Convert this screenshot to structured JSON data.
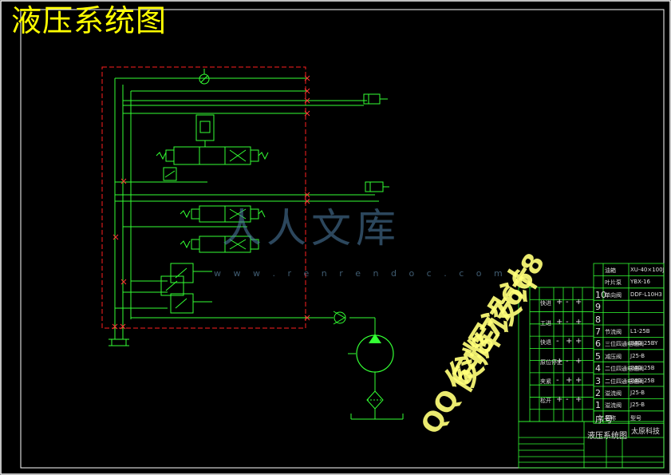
{
  "title": "液压系统图",
  "watermark": {
    "logo": "人人文库",
    "url": "w w w . r e n r e n d o c . c o m",
    "line1": "俊辉设计",
    "line2": "QQ 64877668"
  },
  "parts_list": [
    {
      "no": "",
      "name": "油箱",
      "spec": "XU-40×100J"
    },
    {
      "no": "",
      "name": "叶片泵",
      "spec": "YBX-16"
    },
    {
      "no": "10",
      "name": "单向阀",
      "spec": "DDF-L10H3"
    },
    {
      "no": "9",
      "name": "",
      "spec": ""
    },
    {
      "no": "8",
      "name": "",
      "spec": ""
    },
    {
      "no": "7",
      "name": "节流阀",
      "spec": "L1-25B"
    },
    {
      "no": "6",
      "name": "三位四通电磁阀",
      "spec": "34D-25BY"
    },
    {
      "no": "5",
      "name": "减压阀",
      "spec": "J25-B"
    },
    {
      "no": "4",
      "name": "二位四通电磁阀",
      "spec": "24D-25B"
    },
    {
      "no": "3",
      "name": "二位四通电磁阀",
      "spec": "24D-25B"
    },
    {
      "no": "2",
      "name": "溢流阀",
      "spec": "J25-B"
    },
    {
      "no": "1",
      "name": "溢流阀",
      "spec": "J25-B"
    }
  ],
  "parts_header": {
    "no": "序号",
    "name": "名称",
    "spec": "型号"
  },
  "title_block": {
    "drawing_name": "液压系统图",
    "company": "太原科技"
  },
  "action_table": {
    "rows": [
      "快进",
      "工进",
      "快退",
      "原位停止",
      "夹紧",
      "松开"
    ],
    "marks": [
      "+",
      "+",
      "-",
      "+",
      "-",
      "+"
    ]
  },
  "colors": {
    "line": "#33ff33",
    "frame": "#ffffff",
    "boundary": "#ff2020",
    "title": "#ffff00",
    "cross": "#ff3333"
  }
}
